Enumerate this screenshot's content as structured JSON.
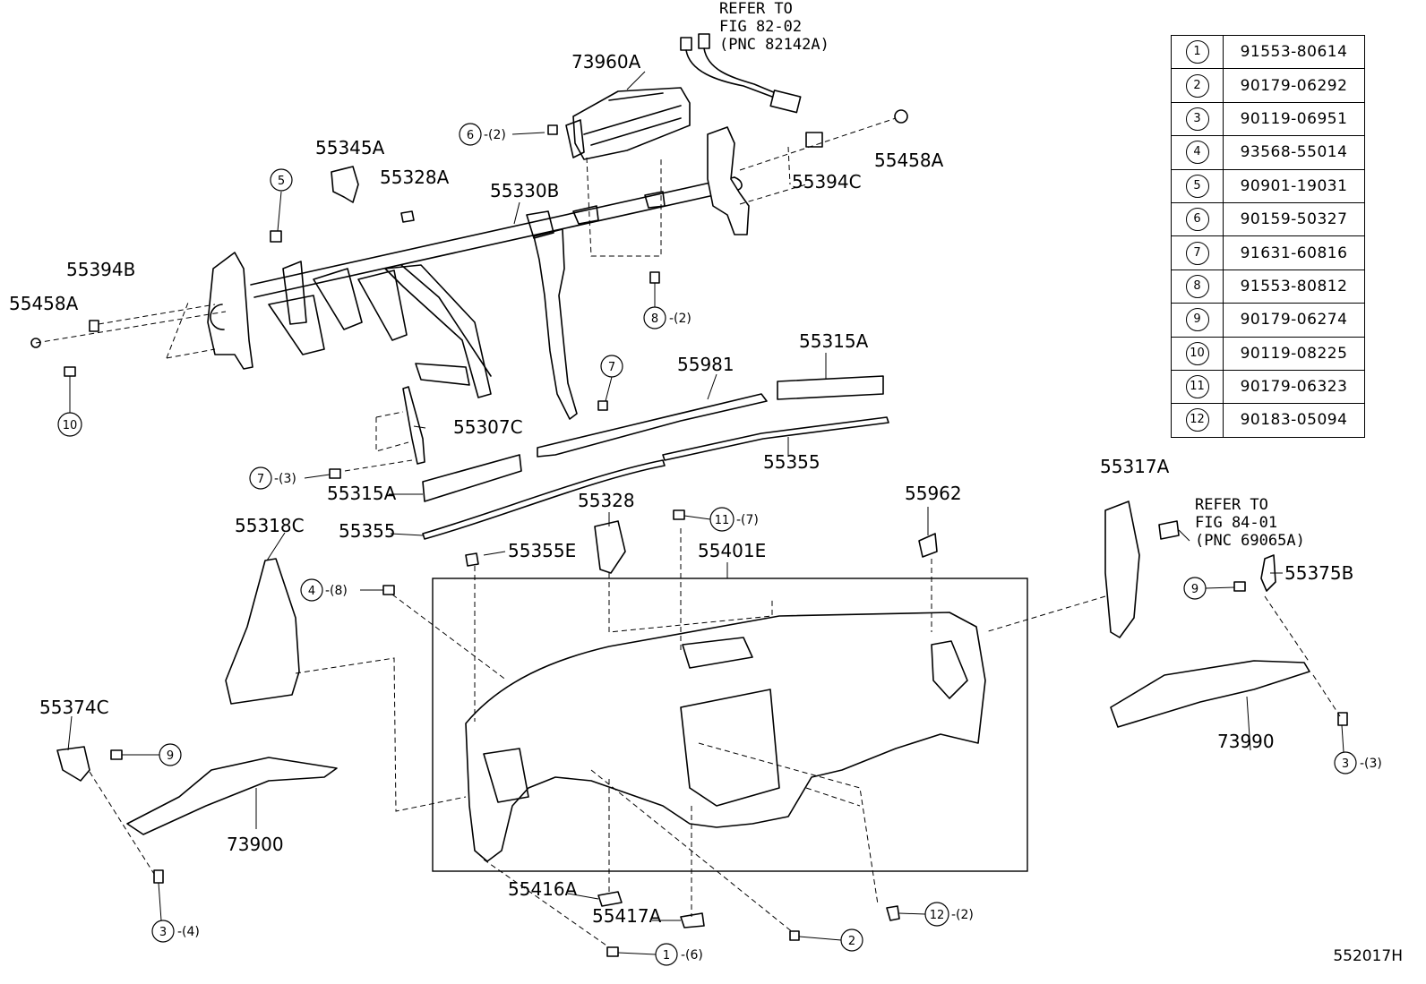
{
  "labels": {
    "p73960A": "73960A",
    "p55345A": "55345A",
    "p55328A": "55328A",
    "p55330B": "55330B",
    "p55394B": "55394B",
    "p55458A_left": "55458A",
    "p55458A_right": "55458A",
    "p55394C": "55394C",
    "p55981": "55981",
    "p55315A_top": "55315A",
    "p55315A_low": "55315A",
    "p55307C": "55307C",
    "p55355_right": "55355",
    "p55355_left": "55355",
    "p55328": "55328",
    "p55355E": "55355E",
    "p55401E": "55401E",
    "p55962": "55962",
    "p55317A": "55317A",
    "p55318C": "55318C",
    "p55375B": "55375B",
    "p55374C": "55374C",
    "p73990": "73990",
    "p73900": "73900",
    "p55416A": "55416A",
    "p55417A": "55417A"
  },
  "refer_notes": {
    "top": [
      "REFER TO",
      "FIG 82-02",
      "(PNC 82142A)"
    ],
    "right": [
      "REFER TO",
      "FIG 84-01",
      "(PNC 69065A)"
    ]
  },
  "callouts": [
    {
      "id": "c6",
      "num": "6",
      "qty": "-(2)"
    },
    {
      "id": "c5",
      "num": "5",
      "qty": ""
    },
    {
      "id": "c10",
      "num": "10",
      "qty": ""
    },
    {
      "id": "c8",
      "num": "8",
      "qty": "-(2)"
    },
    {
      "id": "c7a",
      "num": "7",
      "qty": ""
    },
    {
      "id": "c7b",
      "num": "7",
      "qty": "-(3)"
    },
    {
      "id": "c11",
      "num": "11",
      "qty": "-(7)"
    },
    {
      "id": "c4",
      "num": "4",
      "qty": "-(8)"
    },
    {
      "id": "c9a",
      "num": "9",
      "qty": ""
    },
    {
      "id": "c9b",
      "num": "9",
      "qty": ""
    },
    {
      "id": "c3a",
      "num": "3",
      "qty": "-(3)"
    },
    {
      "id": "c3b",
      "num": "3",
      "qty": "-(4)"
    },
    {
      "id": "c12",
      "num": "12",
      "qty": "-(2)"
    },
    {
      "id": "c2",
      "num": "2",
      "qty": ""
    },
    {
      "id": "c1",
      "num": "1",
      "qty": "-(6)"
    }
  ],
  "legend": [
    {
      "num": "1",
      "part": "91553-80614"
    },
    {
      "num": "2",
      "part": "90179-06292"
    },
    {
      "num": "3",
      "part": "90119-06951"
    },
    {
      "num": "4",
      "part": "93568-55014"
    },
    {
      "num": "5",
      "part": "90901-19031"
    },
    {
      "num": "6",
      "part": "90159-50327"
    },
    {
      "num": "7",
      "part": "91631-60816"
    },
    {
      "num": "8",
      "part": "91553-80812"
    },
    {
      "num": "9",
      "part": "90179-06274"
    },
    {
      "num": "10",
      "part": "90119-08225"
    },
    {
      "num": "11",
      "part": "90179-06323"
    },
    {
      "num": "12",
      "part": "90183-05094"
    }
  ],
  "diagram_code": "552017H"
}
